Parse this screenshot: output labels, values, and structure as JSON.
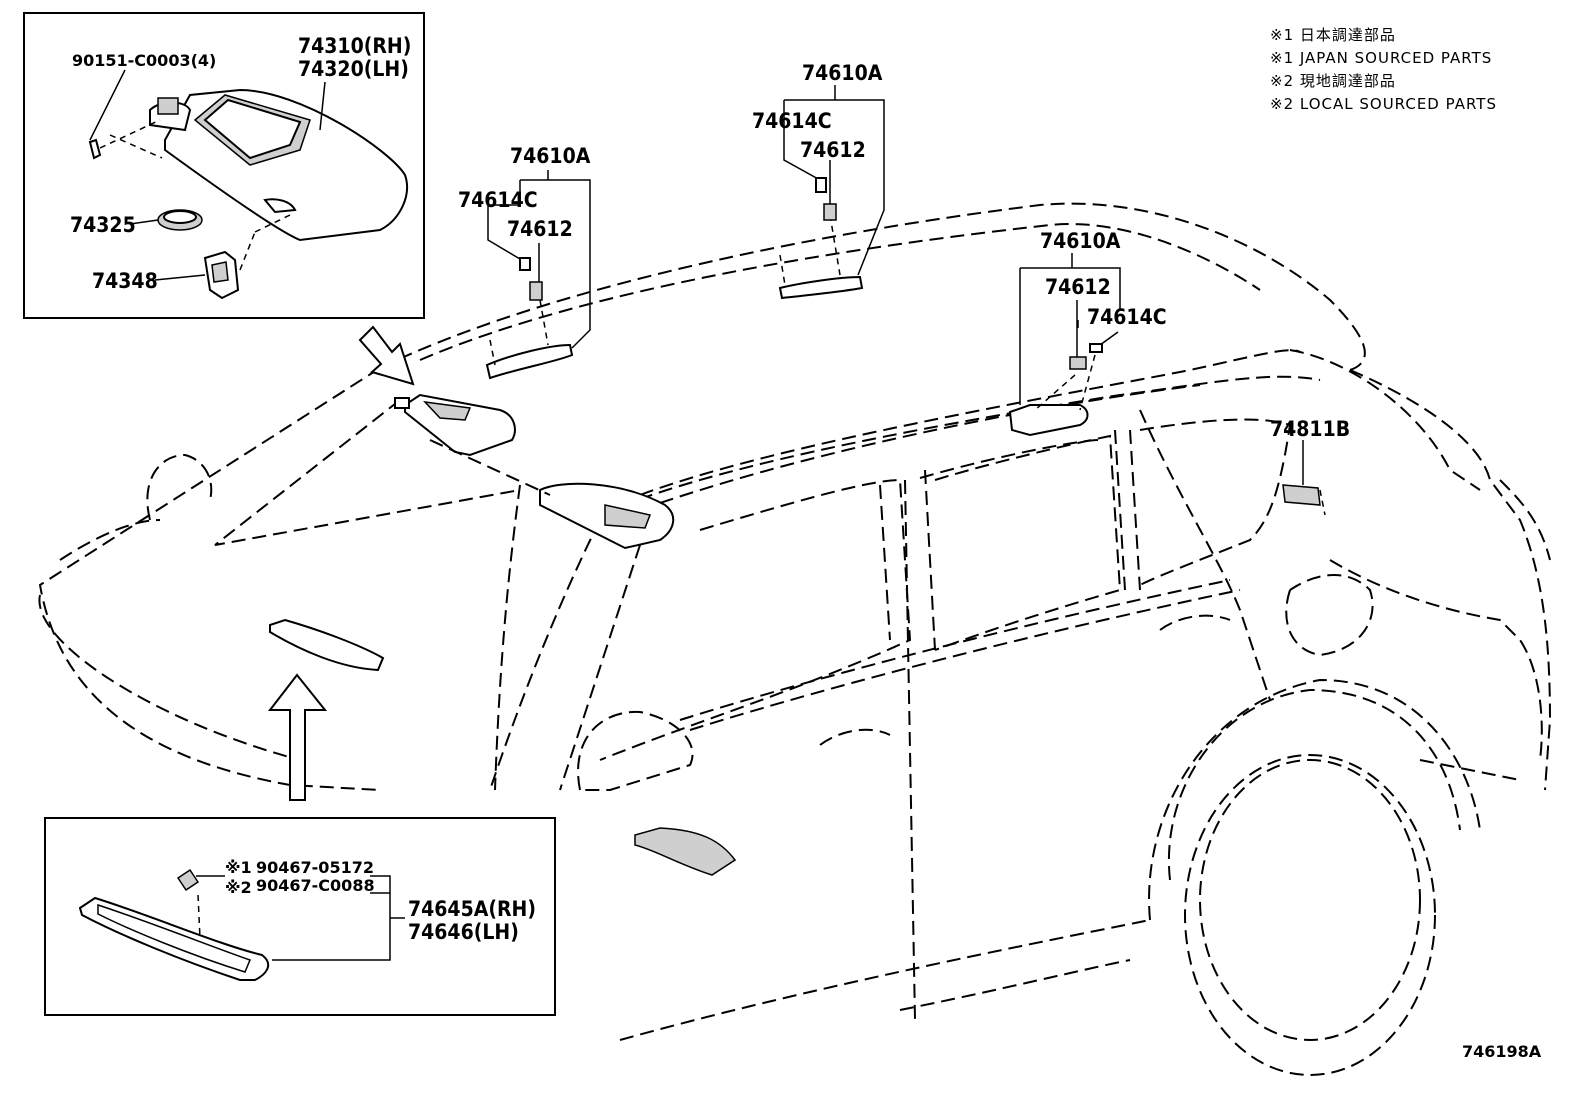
{
  "legend": {
    "line1": "※1 日本調達部品",
    "line2": "※1 JAPAN SOURCED PARTS",
    "line3": "※2 現地調達部品",
    "line4": "※2 LOCAL SOURCED PARTS"
  },
  "inset_top": {
    "screw": "90151-C0003(4)",
    "visor_rh": "74310(RH)",
    "visor_lh": "74320(LH)",
    "clip": "74325",
    "holder": "74348"
  },
  "grip_left": {
    "handle": "74610A",
    "cover": "74614C",
    "bracket": "74612"
  },
  "grip_center": {
    "handle": "74610A",
    "cover": "74614C",
    "bracket": "74612"
  },
  "grip_right": {
    "handle": "74610A",
    "bracket": "74612",
    "cover": "74614C"
  },
  "rear_part": "74811B",
  "inset_bottom": {
    "note1_mark": "※1",
    "screw1": "90467-05172",
    "note2_mark": "※2",
    "screw2": "90467-C0088",
    "trim_rh": "74645A(RH)",
    "trim_lh": "74646(LH)"
  },
  "diagram_code": "746198A"
}
